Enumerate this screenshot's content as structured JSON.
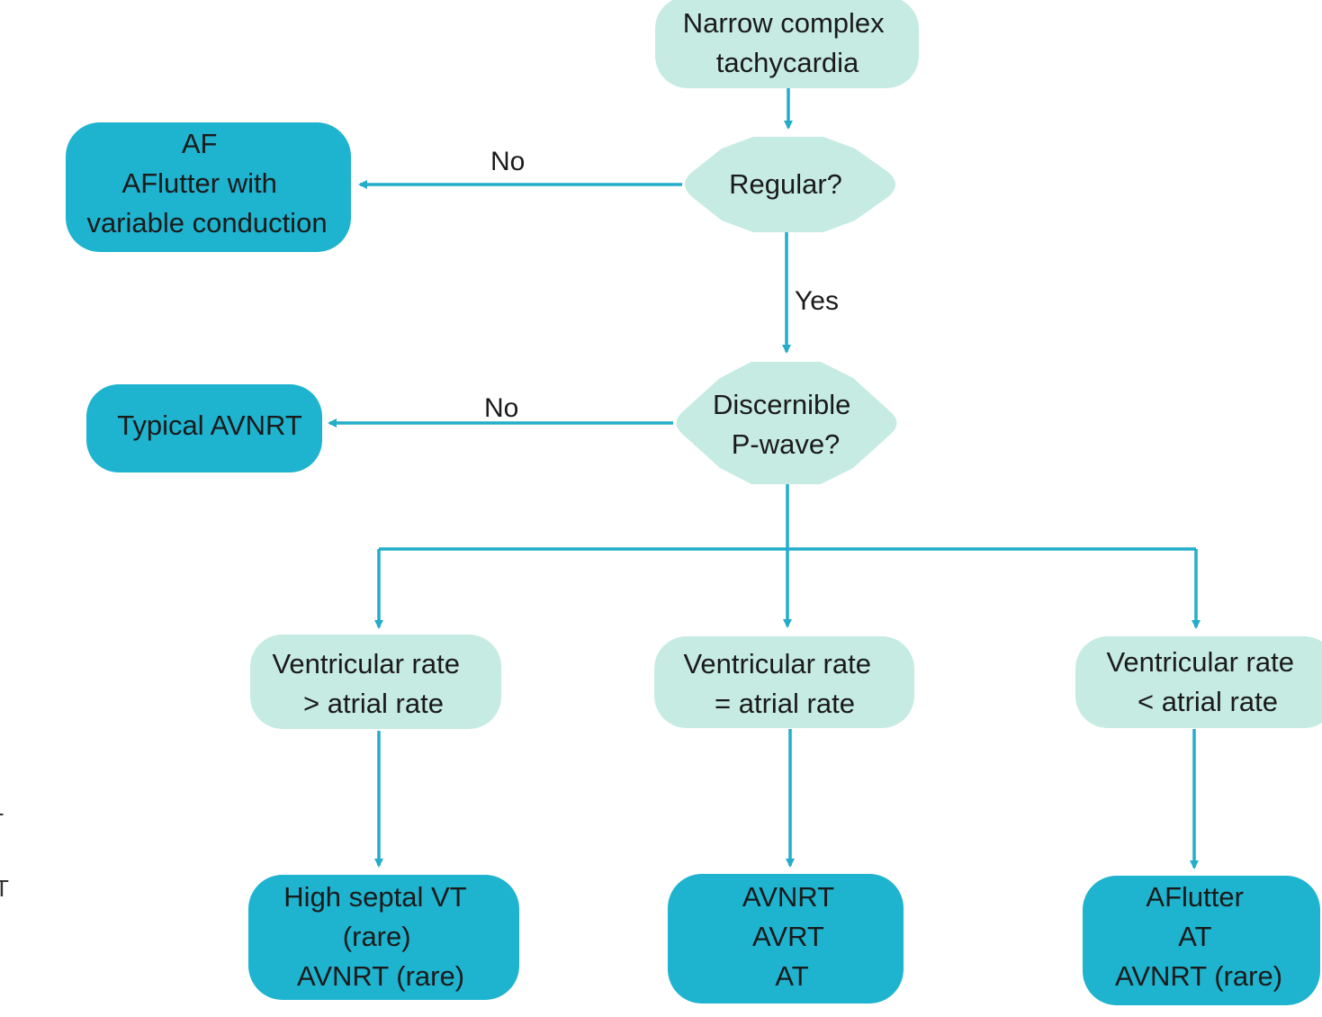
{
  "colors": {
    "decision_fill": "#c6ebe3",
    "outcome_fill": "#1eb3cf",
    "connector": "#23adc9",
    "text": "#1a1a1a"
  },
  "nodes": {
    "start": [
      "Narrow complex",
      "tachycardia"
    ],
    "regular_decision": [
      "Regular?"
    ],
    "af_outcome": [
      "AF",
      "AFlutter with",
      "variable conduction"
    ],
    "pwave_decision": [
      "Discernible",
      "P-wave?"
    ],
    "typical_avnrt_outcome": [
      "Typical AVNRT"
    ],
    "vr_greater": [
      "Ventricular rate",
      "> atrial rate"
    ],
    "vr_equal": [
      "Ventricular rate",
      "= atrial rate"
    ],
    "vr_less": [
      "Ventricular rate",
      "< atrial rate"
    ],
    "outcome_greater": [
      "High septal VT",
      "(rare)",
      "AVNRT (rare)"
    ],
    "outcome_equal": [
      "AVNRT",
      "AVRT",
      "AT"
    ],
    "outcome_less": [
      "AFlutter",
      "AT",
      "AVNRT (rare)"
    ]
  },
  "edges": {
    "regular_no": "No",
    "regular_yes": "Yes",
    "pwave_no": "No"
  },
  "margin_fragments": {
    "dash": "-",
    "letter_t": "T"
  }
}
